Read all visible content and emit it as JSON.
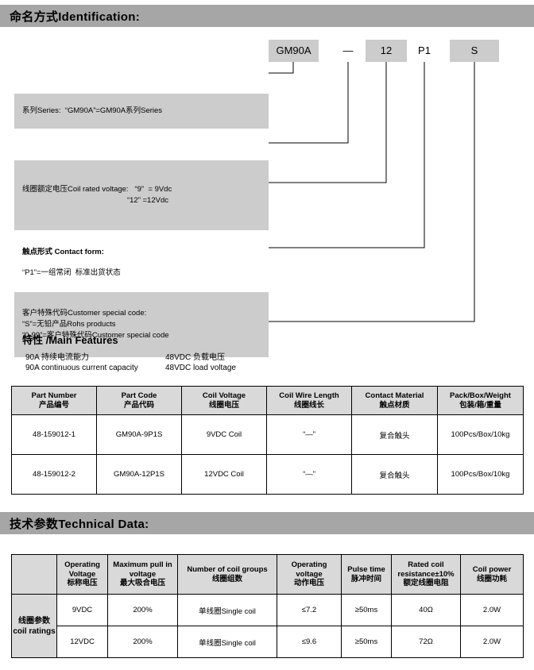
{
  "sections": {
    "identification": {
      "banner_title": "命名方式Identification:"
    },
    "technical": {
      "banner_title": "技术参数Technical Data:"
    }
  },
  "part_code_breakdown": {
    "chips": [
      {
        "name": "series",
        "label": "GM90A",
        "shaded": true
      },
      {
        "name": "dash",
        "label": "—",
        "shaded": false
      },
      {
        "name": "voltage",
        "label": "12",
        "shaded": true
      },
      {
        "name": "form",
        "label": "P1",
        "shaded": false
      },
      {
        "name": "special",
        "label": "S",
        "shaded": true
      }
    ],
    "descriptors": {
      "series": {
        "line1": "系列Series:  “GM90A”=GM90A系列Series"
      },
      "coil_voltage": {
        "line1": "线圈额定电压Coil rated voltage:   “9”  = 9Vdc",
        "line2": "                                                  “12” =12Vdc"
      },
      "contact_form": {
        "line1": "触点形式 Contact form:",
        "line2": "“P1”=一组常闭  标准出货状态"
      },
      "customer_special": {
        "line1": "客户特殊代码Customer special code:",
        "line2": "“S”=无铅产品Rohs products",
        "line3": "“0-99”=客户特殊代码Customer special code"
      }
    }
  },
  "main_features": {
    "title": "特性 /Main Features",
    "cn_left": "90A 持续电流能力",
    "cn_right": "48VDC 负载电压",
    "en_left": "90A continuous current capacity",
    "en_right": "48VDC load voltage"
  },
  "parts_table": {
    "columns": [
      {
        "en": "Part Number",
        "cn": "产品编号"
      },
      {
        "en": "Part Code",
        "cn": "产品代码"
      },
      {
        "en": "Coil Voltage",
        "cn": "线圈电压"
      },
      {
        "en": "Coil Wire Length",
        "cn": "线圈线长"
      },
      {
        "en": "Contact Material",
        "cn": "触点材质"
      },
      {
        "en": "Pack/Box/Weight",
        "cn": "包装/箱/重量"
      }
    ],
    "rows": [
      {
        "part_number": "48-159012-1",
        "part_code": "GM90A-9P1S",
        "coil_voltage": "9VDC Coil",
        "coil_wire_length": "“—”",
        "contact_material": "复合触头",
        "pack": "100Pcs/Box/10kg"
      },
      {
        "part_number": "48-159012-2",
        "part_code": "GM90A-12P1S",
        "coil_voltage": "12VDC Coil",
        "coil_wire_length": "“—”",
        "contact_material": "复合触头",
        "pack": "100Pcs/Box/10kg"
      }
    ]
  },
  "technical_table": {
    "row_header": {
      "cn": "线圈参数",
      "en": "coil ratings"
    },
    "columns": [
      {
        "en": "Operating Voltage",
        "cn": "标称电压"
      },
      {
        "en": "Maximum pull in voltage",
        "cn": "最大吸合电压"
      },
      {
        "en": "Number of coil groups",
        "cn": "线圈组数"
      },
      {
        "en": "Operating voltage",
        "cn": "动作电压"
      },
      {
        "en": "Pulse time",
        "cn": "脉冲时间"
      },
      {
        "en": "Rated coil resistance±10%",
        "cn": "额定线圈电阻"
      },
      {
        "en": "Coil power",
        "cn": "线圈功耗"
      }
    ],
    "rows": [
      {
        "operating_voltage": "9VDC",
        "max_pull_in": "200%",
        "coil_groups": "单线圈Single coil",
        "actuation_voltage": "≤7.2",
        "pulse_time": "≥50ms",
        "coil_resistance": "40Ω",
        "coil_power": "2.0W"
      },
      {
        "operating_voltage": "12VDC",
        "max_pull_in": "200%",
        "coil_groups": "单线圈Single coil",
        "actuation_voltage": "≤9.6",
        "pulse_time": "≥50ms",
        "coil_resistance": "72Ω",
        "coil_power": "2.0W"
      }
    ]
  },
  "colors": {
    "banner_bg": "#a6a6a6",
    "chip_bg": "#cccccc",
    "box_bg": "#cccccc",
    "table_header_bg": "#d9d9d9",
    "border": "#000000"
  }
}
